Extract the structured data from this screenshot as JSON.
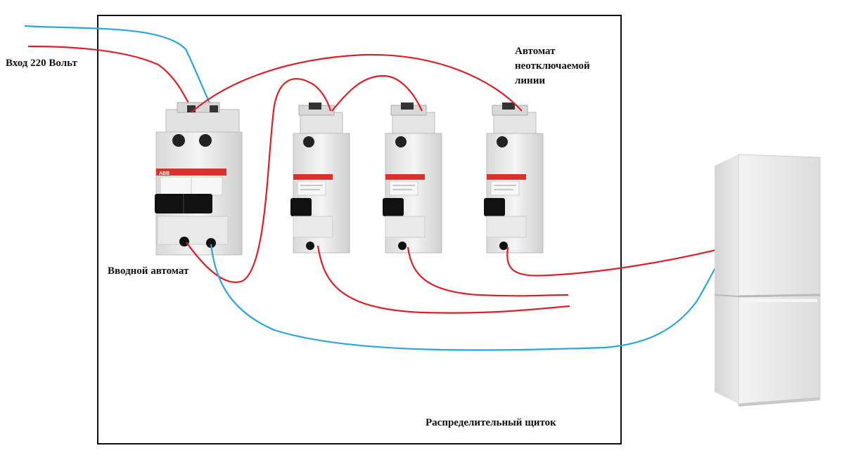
{
  "labels": {
    "input_voltage": "Вход 220 Вольт",
    "main_breaker": "Вводной автомат",
    "non_switchable_line": [
      "Автомат",
      "неотключаемой",
      "линии"
    ],
    "distribution_panel": "Распределительный щиток"
  },
  "breaker_brand": "ABB",
  "colors": {
    "phase_wire": "#dc1f26",
    "neutral_wire": "#2aa6dc",
    "panel_border": "#111111",
    "breaker_body": "#eeeeee",
    "breaker_stripe": "#d9322e",
    "handle": "#111111",
    "fridge_body": "#e6e6e6"
  }
}
